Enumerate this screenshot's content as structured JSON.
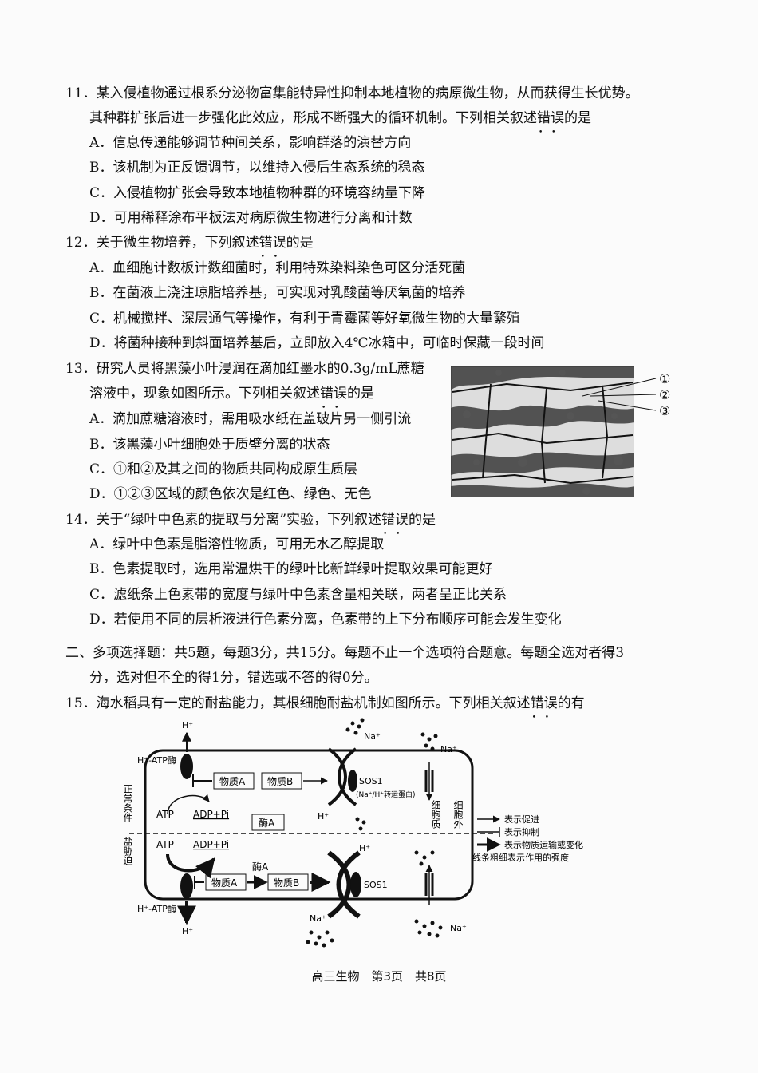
{
  "q11": {
    "stem1": "11．某入侵植物通过根系分泌物富集能特异性抑制本地植物的病原微生物，从而获得生长优势。",
    "stem2": "其种群扩张后进一步强化此效应，形成不断强大的循环机制。下列相关叙述",
    "em": "错误",
    "stem3": "的是",
    "A": "A．信息传递能够调节种间关系，影响群落的演替方向",
    "B": "B．该机制为正反馈调节，以维持入侵后生态系统的稳态",
    "C": "C．入侵植物扩张会导致本地植物种群的环境容纳量下降",
    "D": "D．可用稀释涂布平板法对病原微生物进行分离和计数"
  },
  "q12": {
    "stem1": "12．关于微生物培养，下列叙述",
    "em": "错误",
    "stem2": "的是",
    "A": "A．血细胞计数板计数细菌时，利用特殊染料染色可区分活死菌",
    "B": "B．在菌液上浇注琼脂培养基，可实现对乳酸菌等厌氧菌的培养",
    "C": "C．机械搅拌、深层通气等操作，有利于青霉菌等好氧微生物的大量繁殖",
    "D": "D．将菌种接种到斜面培养基后，立即放入4℃冰箱中，可临时保藏一段时间"
  },
  "q13": {
    "stem1": "13．研究人员将黑藻小叶浸润在滴加红墨水的0.3g/mL蔗糖",
    "stem2a": "溶液中，现象如图所示。下列相关叙述",
    "em": "错误",
    "stem2b": "的是",
    "A": "A．滴加蔗糖溶液时，需用吸水纸在盖玻片另一侧引流",
    "B": "B．该黑藻小叶细胞处于质壁分离的状态",
    "C": "C．①和②及其之间的物质共同构成原生质层",
    "D": "D．①②③区域的颜色依次是红色、绿色、无色",
    "labels": [
      "①",
      "②",
      "③"
    ]
  },
  "q14": {
    "stem1": "14．关于“绿叶中色素的提取与分离”实验，下列叙述",
    "em": "错误",
    "stem2": "的是",
    "A": "A．绿叶中色素是脂溶性物质，可用无水乙醇提取",
    "B": "B．色素提取时，选用常温烘干的绿叶比新鲜绿叶提取效果可能更好",
    "C": "C．滤纸条上色素带的宽度与绿叶中色素含量相关联，两者呈正比关系",
    "D": "D．若使用不同的层析液进行色素分离，色素带的上下分布顺序可能会发生变化"
  },
  "section2": {
    "line1": "二、多项选择题：共5题，每题3分，共15分。每题不止一个选项符合题意。每题全选对者得3",
    "line2": "分，选对但不全的得1分，错选或不答的得0分。"
  },
  "q15": {
    "stem1": "15．海水稻具有一定的耐盐能力，其根细胞耐盐机制如图所示。下列相关叙述",
    "em": "错误",
    "stem2": "的有"
  },
  "diagram": {
    "h_plus": "H⁺",
    "na_plus": "Na⁺",
    "h_atpase": "H⁺-ATP酶",
    "substance_a": "物质A",
    "substance_b": "物质B",
    "sos1": "SOS1",
    "sos1_note": "(Na⁺/H⁺转运蛋白)",
    "atp": "ATP",
    "adp_pi": "ADP+Pi",
    "enzyme_a": "酶A",
    "normal": "正常条件",
    "salt": "盐胁迫",
    "cytoplasm": "细胞质",
    "outside": "细胞外",
    "legend_promote": "表示促进",
    "legend_inhibit": "表示抑制",
    "legend_transport": "表示物质运输或变化",
    "legend_strength": "线条粗细表示作用的强度"
  },
  "footer": "高三生物　第3页　共8页"
}
